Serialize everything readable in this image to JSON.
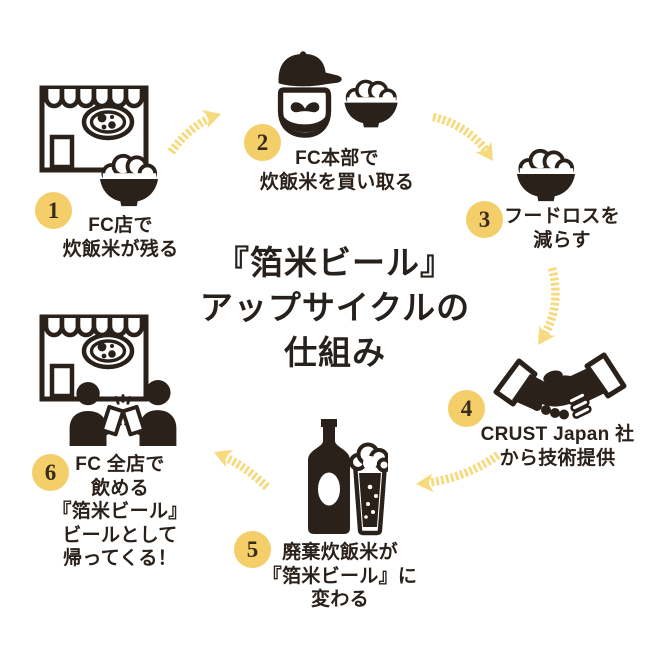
{
  "title": {
    "lines": [
      "『箔米ビール』",
      "アップサイクルの",
      "仕組み"
    ]
  },
  "steps": [
    {
      "number": "1",
      "icon": "storefront-with-rice-bowl",
      "label_lines": [
        "FC店で",
        "炊飯米が残る"
      ]
    },
    {
      "number": "2",
      "icon": "fc-headquarters-man-with-rice-bowl",
      "label_lines": [
        "FC本部で",
        "炊飯米を買い取る"
      ]
    },
    {
      "number": "3",
      "icon": "rice-bowl",
      "label_lines": [
        "フードロスを",
        "減らす"
      ]
    },
    {
      "number": "4",
      "icon": "handshake",
      "label_lines": [
        "CRUST Japan 社",
        "から技術提供"
      ]
    },
    {
      "number": "5",
      "icon": "beer-bottle-and-glass",
      "label_lines": [
        "廃棄炊飯米が",
        "『箔米ビール』に",
        "変わる"
      ]
    },
    {
      "number": "6",
      "icon": "storefront-with-people-toasting",
      "label_lines": [
        "FC 全店で",
        "飲める",
        "『箔米ビール』",
        "ビールとして",
        "帰ってくる！"
      ]
    }
  ],
  "arrows": [
    {
      "from": "1",
      "to": "2"
    },
    {
      "from": "2",
      "to": "3"
    },
    {
      "from": "3",
      "to": "4"
    },
    {
      "from": "4",
      "to": "5"
    },
    {
      "from": "5",
      "to": "6"
    }
  ],
  "colors": {
    "background": "#ffffff",
    "ink": "#2b211b",
    "badge_yellow": "#f4ce69",
    "arrow_yellow": "#f7d97e"
  }
}
